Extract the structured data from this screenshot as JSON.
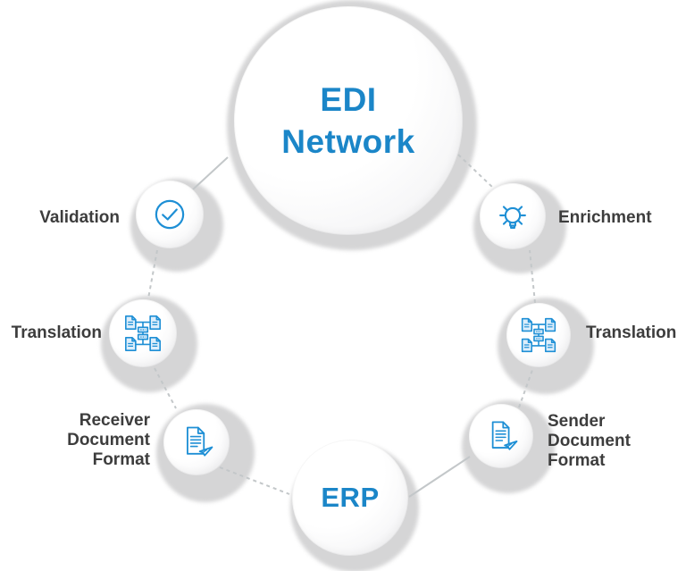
{
  "diagram": {
    "hub": {
      "label_line1": "EDI",
      "label_line2": "Network"
    },
    "center": {
      "label": "ERP"
    },
    "nodes": [
      {
        "label": "Validation",
        "icon": "check-circle-icon"
      },
      {
        "label": "Translation",
        "icon": "translation-mapping-icon"
      },
      {
        "label": "Receiver\nDocument\nFormat",
        "icon": "document-send-icon"
      },
      {
        "label": "Enrichment",
        "icon": "lightbulb-icon"
      },
      {
        "label": "Translation",
        "icon": "translation-mapping-icon"
      },
      {
        "label": "Sender\nDocument\nFormat",
        "icon": "document-send-icon"
      }
    ],
    "colors": {
      "accent_blue": "#1b86c8",
      "icon_blue": "#1e8fd5",
      "label_dark": "#3d3d3d",
      "shadow_gray": "#d5d5d6",
      "connector_gray": "#c3c7c9"
    }
  }
}
